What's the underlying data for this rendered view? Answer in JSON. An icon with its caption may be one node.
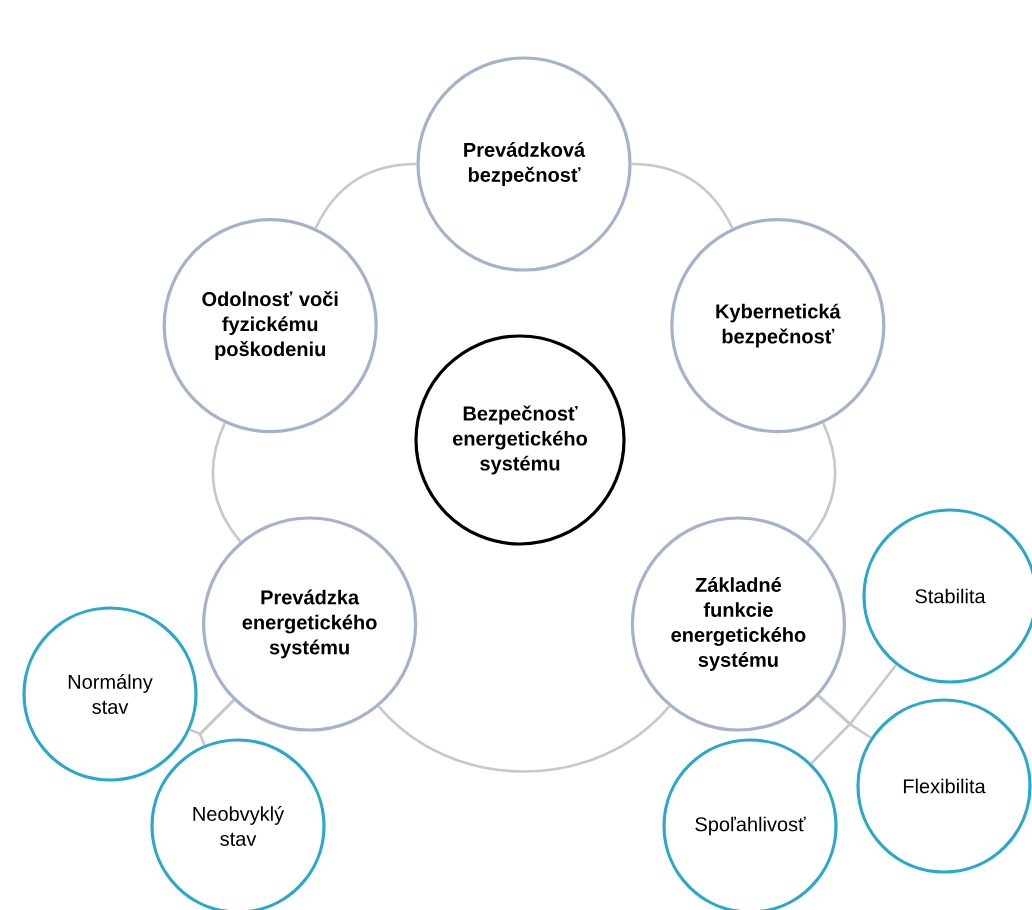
{
  "diagram": {
    "nodes": [
      {
        "text": [
          "Prevádzková bezpečnosť"
        ]
      },
      {
        "text": [
          "Odolnosť voči fyzickému poškodeniu"
        ]
      },
      {
        "text": [
          "Kybernetická bezpečnosť"
        ]
      },
      {
        "text": [
          "Bezpečnosť energetického systému"
        ]
      },
      {
        "text": [
          "Prevádzka energetického systému"
        ]
      },
      {
        "text": [
          "Základné funkcie energetického systému"
        ]
      },
      {
        "text": [
          "Stabilita"
        ]
      },
      {
        "text": [
          "Normálny stav"
        ]
      },
      {
        "text": [
          "Flexibilita"
        ]
      },
      {
        "text": [
          "Neobvyklý stav"
        ]
      },
      {
        "text": [
          "Spoľahlivosť"
        ]
      }
    ],
    "edges": [
      {
        "from": 0,
        "to": 2,
        "arrow": "none"
      },
      {
        "from": 2,
        "to": 5,
        "arrow": "none"
      },
      {
        "from": 5,
        "to": 4,
        "arrow": "none"
      },
      {
        "from": 4,
        "to": 1,
        "arrow": "none"
      },
      {
        "from": 1,
        "to": 0,
        "arrow": "none"
      },
      {
        "from": 4,
        "to": 7,
        "arrow": "none"
      },
      {
        "from": 4,
        "to": 9,
        "arrow": "none"
      },
      {
        "from": 5,
        "to": 6,
        "arrow": "none"
      },
      {
        "from": 5,
        "to": 8,
        "arrow": "none"
      },
      {
        "from": 5,
        "to": 10,
        "arrow": "none"
      }
    ]
  }
}
